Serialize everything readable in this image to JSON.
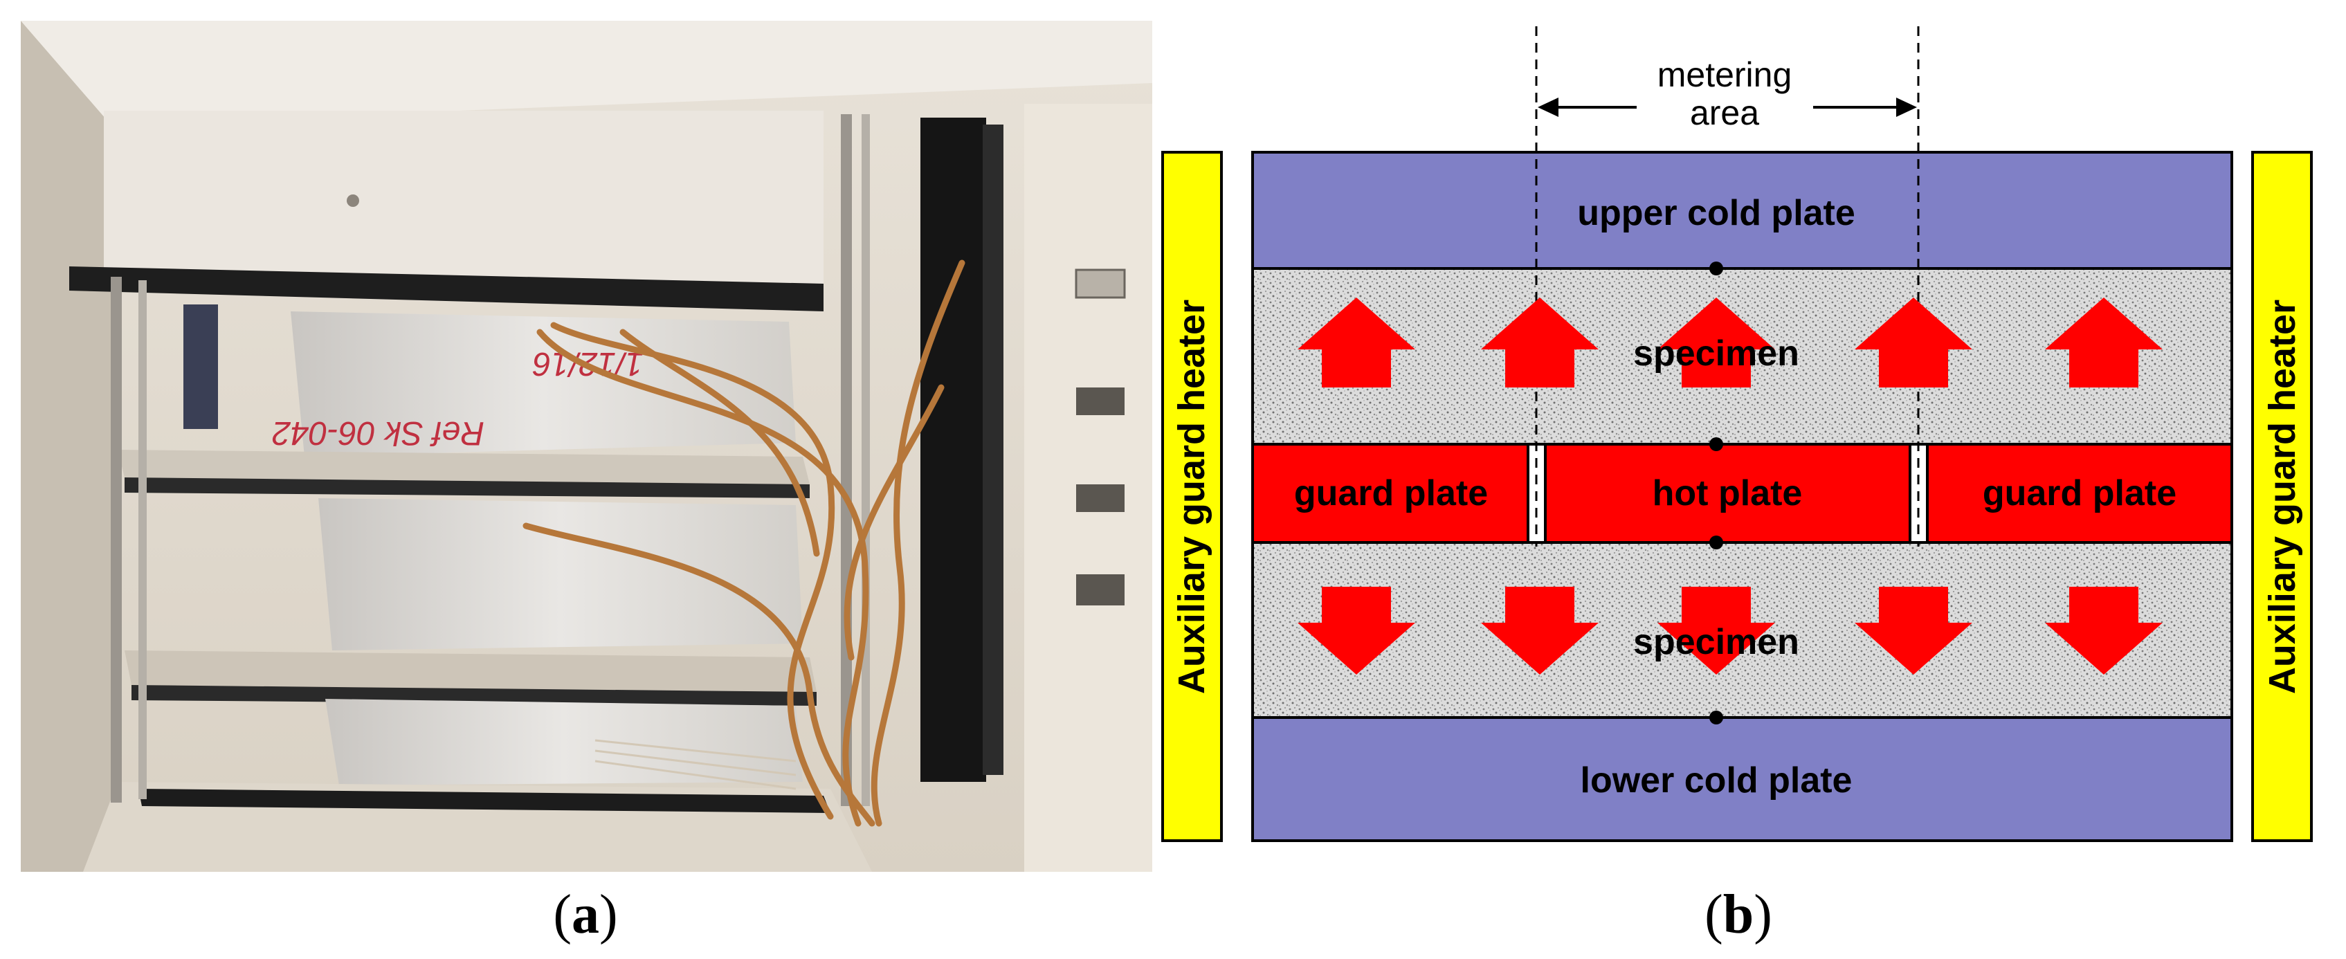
{
  "panel_a": {
    "caption_letter": "a",
    "specimen_marking_line1": "1/12/16",
    "specimen_marking_line2": "Ref Sk 06-042"
  },
  "panel_b": {
    "caption_letter": "b",
    "metering_line1": "metering",
    "metering_line2": "area",
    "upper_cold_plate": "upper cold plate",
    "specimen_top": "specimen",
    "guard_plate_left": "guard plate",
    "hot_plate": "hot plate",
    "guard_plate_right": "guard plate",
    "specimen_bottom": "specimen",
    "lower_cold_plate": "lower cold plate",
    "aux_heater_left": "Auxiliary guard heater",
    "aux_heater_right": "Auxiliary guard heater"
  },
  "colors": {
    "cold_plate": "#8080C6",
    "heater_red": "#FF0000",
    "aux_heater_yellow": "#FFFF00",
    "specimen_gray": "#D8D8D8"
  }
}
